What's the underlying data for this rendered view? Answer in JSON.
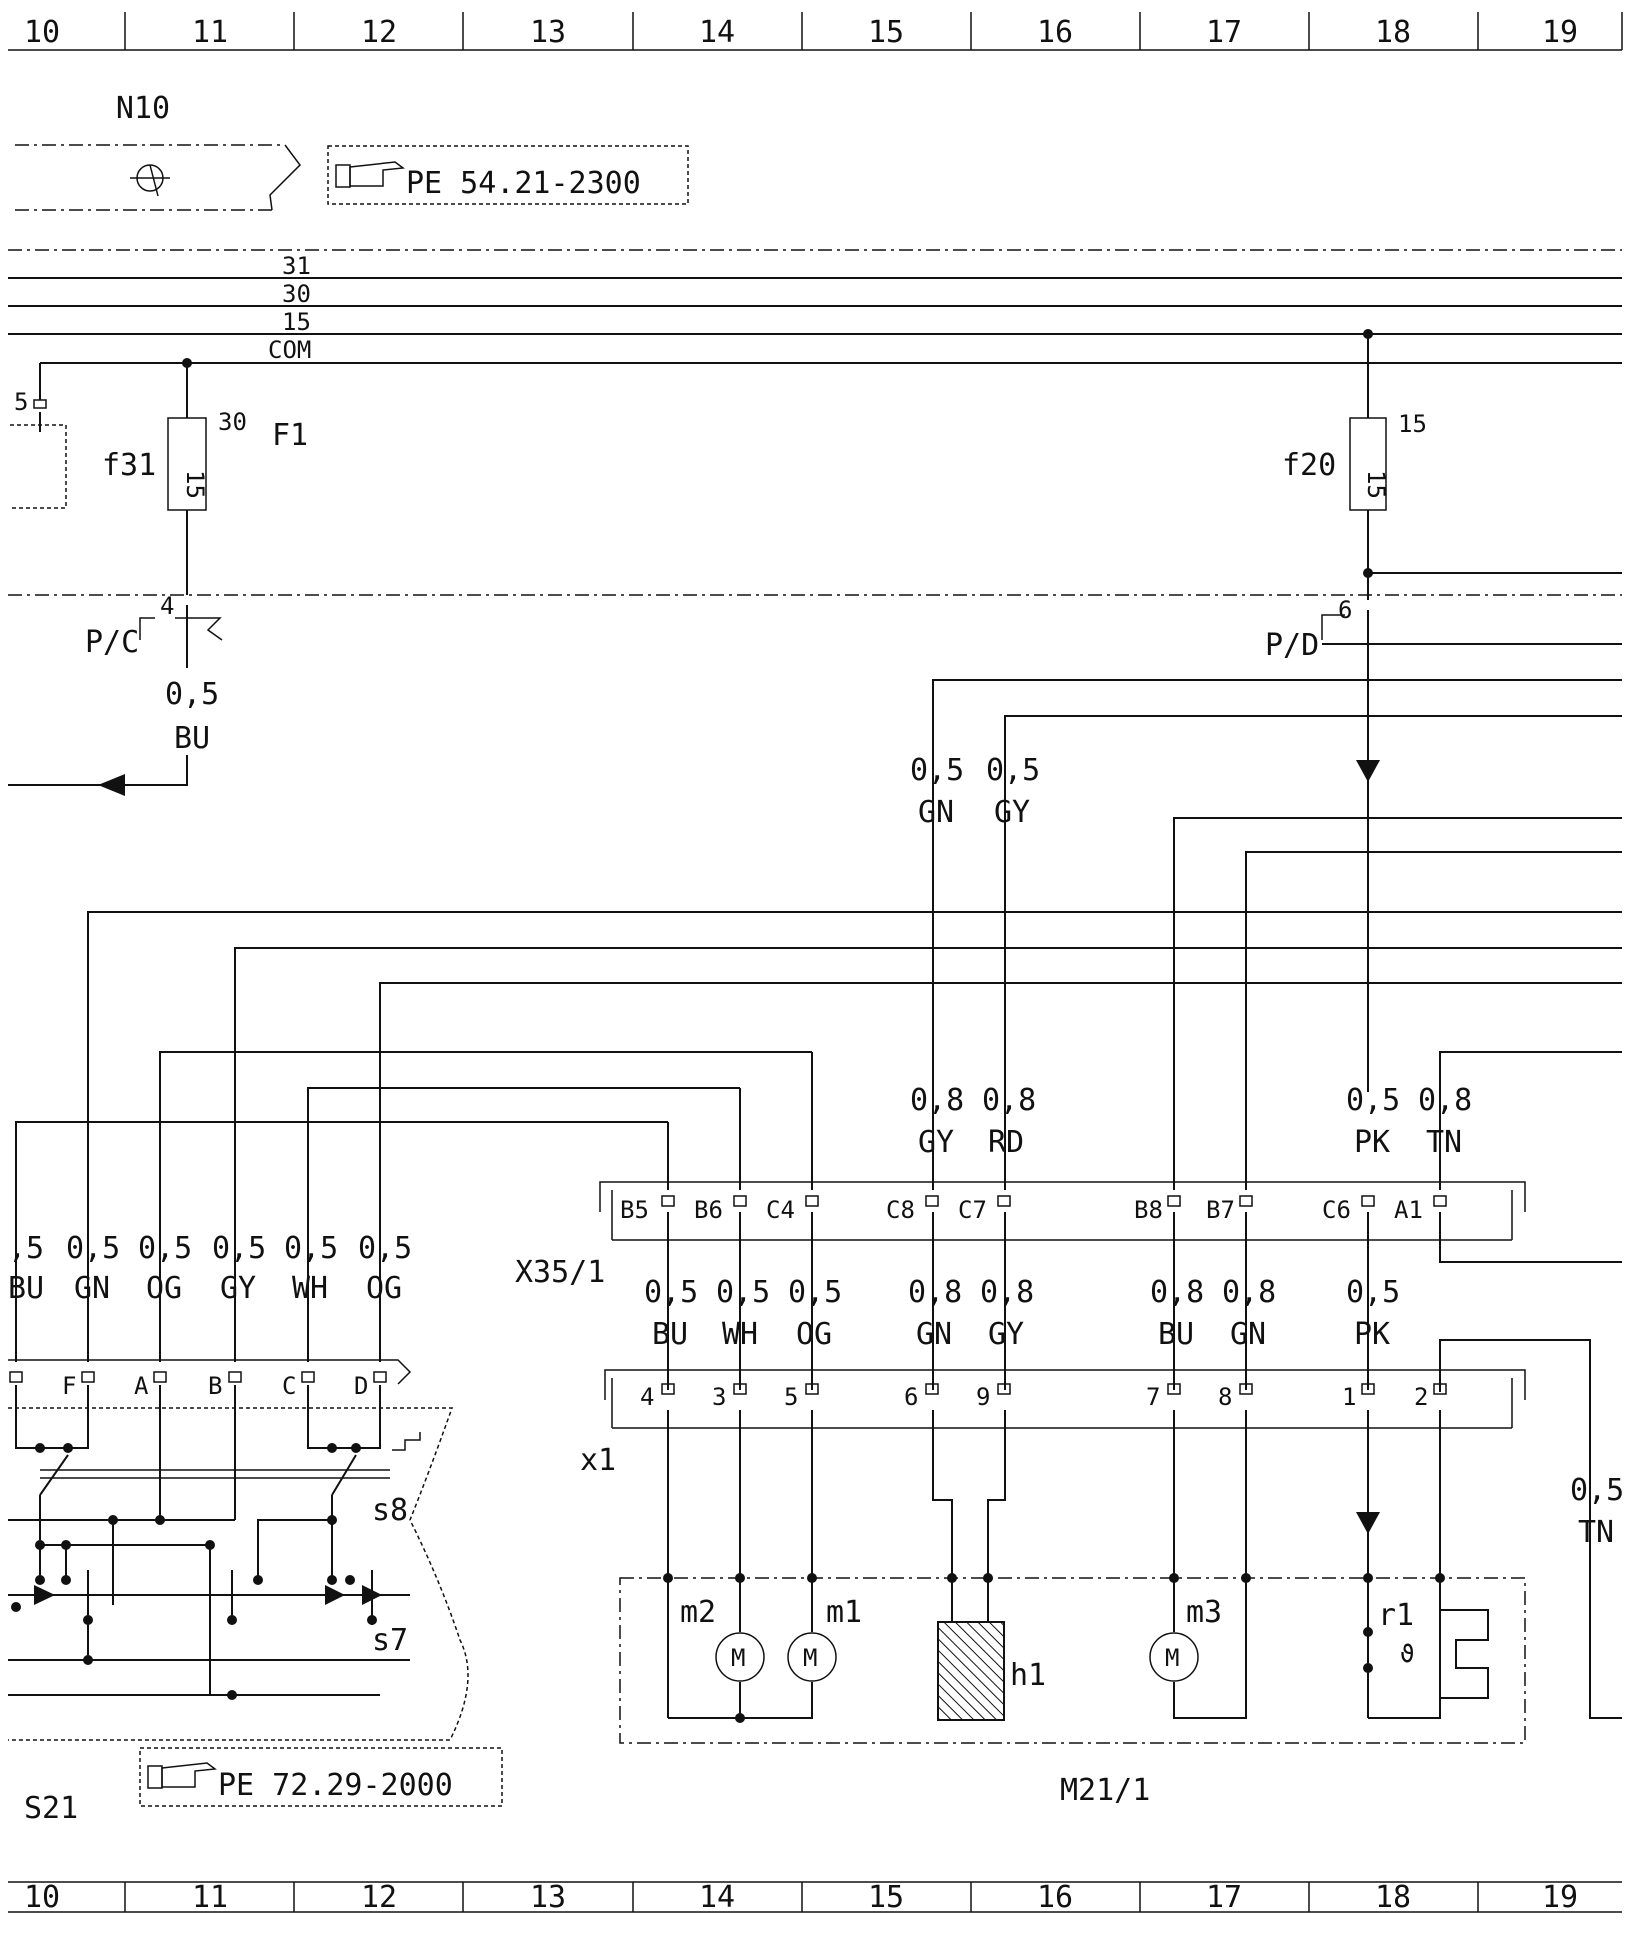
{
  "grid": {
    "columns": [
      "10",
      "11",
      "12",
      "13",
      "14",
      "15",
      "16",
      "17",
      "18",
      "19"
    ]
  },
  "references": {
    "top_device": "N10",
    "top_ref": "PE 54.21-2300",
    "bottom_ref": "PE 72.29-2000"
  },
  "buses": {
    "labels": [
      "31",
      "30",
      "15",
      "COM"
    ]
  },
  "fuses": {
    "f31": {
      "name": "f31",
      "rating": "15",
      "terminal": "30",
      "block": "F1"
    },
    "f20": {
      "name": "f20",
      "rating": "15",
      "terminal": "15"
    }
  },
  "connectors": {
    "pc": "P/C",
    "pc_pin": "4",
    "pd": "P/D",
    "pd_pin": "6",
    "left_pin": "5",
    "x35": "X35/1",
    "x1": "x1",
    "x35_pins": [
      "B5",
      "B6",
      "C4",
      "C8",
      "C7",
      "B8",
      "B7",
      "C6",
      "A1"
    ],
    "x1_pins": [
      "4",
      "3",
      "5",
      "6",
      "9",
      "7",
      "8",
      "1",
      "2"
    ],
    "s21_pins": [
      "F",
      "A",
      "B",
      "C",
      "D"
    ]
  },
  "wires": {
    "pc_out": [
      "0,5",
      "BU"
    ],
    "upper_gn": [
      "0,5",
      "GN"
    ],
    "upper_gy": [
      "0,5",
      "GY"
    ],
    "x35_top": [
      [
        "0,8",
        "GY"
      ],
      [
        "0,8",
        "RD"
      ],
      [
        "0,5",
        "PK"
      ],
      [
        "0,8",
        "TN"
      ]
    ],
    "x35_bottom": [
      [
        "0,5",
        "BU"
      ],
      [
        "0,5",
        "WH"
      ],
      [
        "0,5",
        "OG"
      ],
      [
        "0,8",
        "GN"
      ],
      [
        "0,8",
        "GY"
      ],
      [
        "0,8",
        "BU"
      ],
      [
        "0,8",
        "GN"
      ],
      [
        "0,5",
        "PK"
      ]
    ],
    "left_group": [
      [
        ",5",
        "BU"
      ],
      [
        "0,5",
        "GN"
      ],
      [
        "0,5",
        "OG"
      ],
      [
        "0,5",
        "GY"
      ],
      [
        "0,5",
        "WH"
      ],
      [
        "0,5",
        "OG"
      ]
    ],
    "right_tn": [
      "0,5",
      "TN"
    ]
  },
  "components": {
    "switch_s8": "s8",
    "switch_s7": "s7",
    "switch_unit": "S21",
    "module": "M21/1",
    "motor_m1": "m1",
    "motor_m2": "m2",
    "motor_m3": "m3",
    "heater": "h1",
    "sensor": "r1",
    "motor_symbol": "M",
    "sensor_symbol": "ϑ"
  }
}
